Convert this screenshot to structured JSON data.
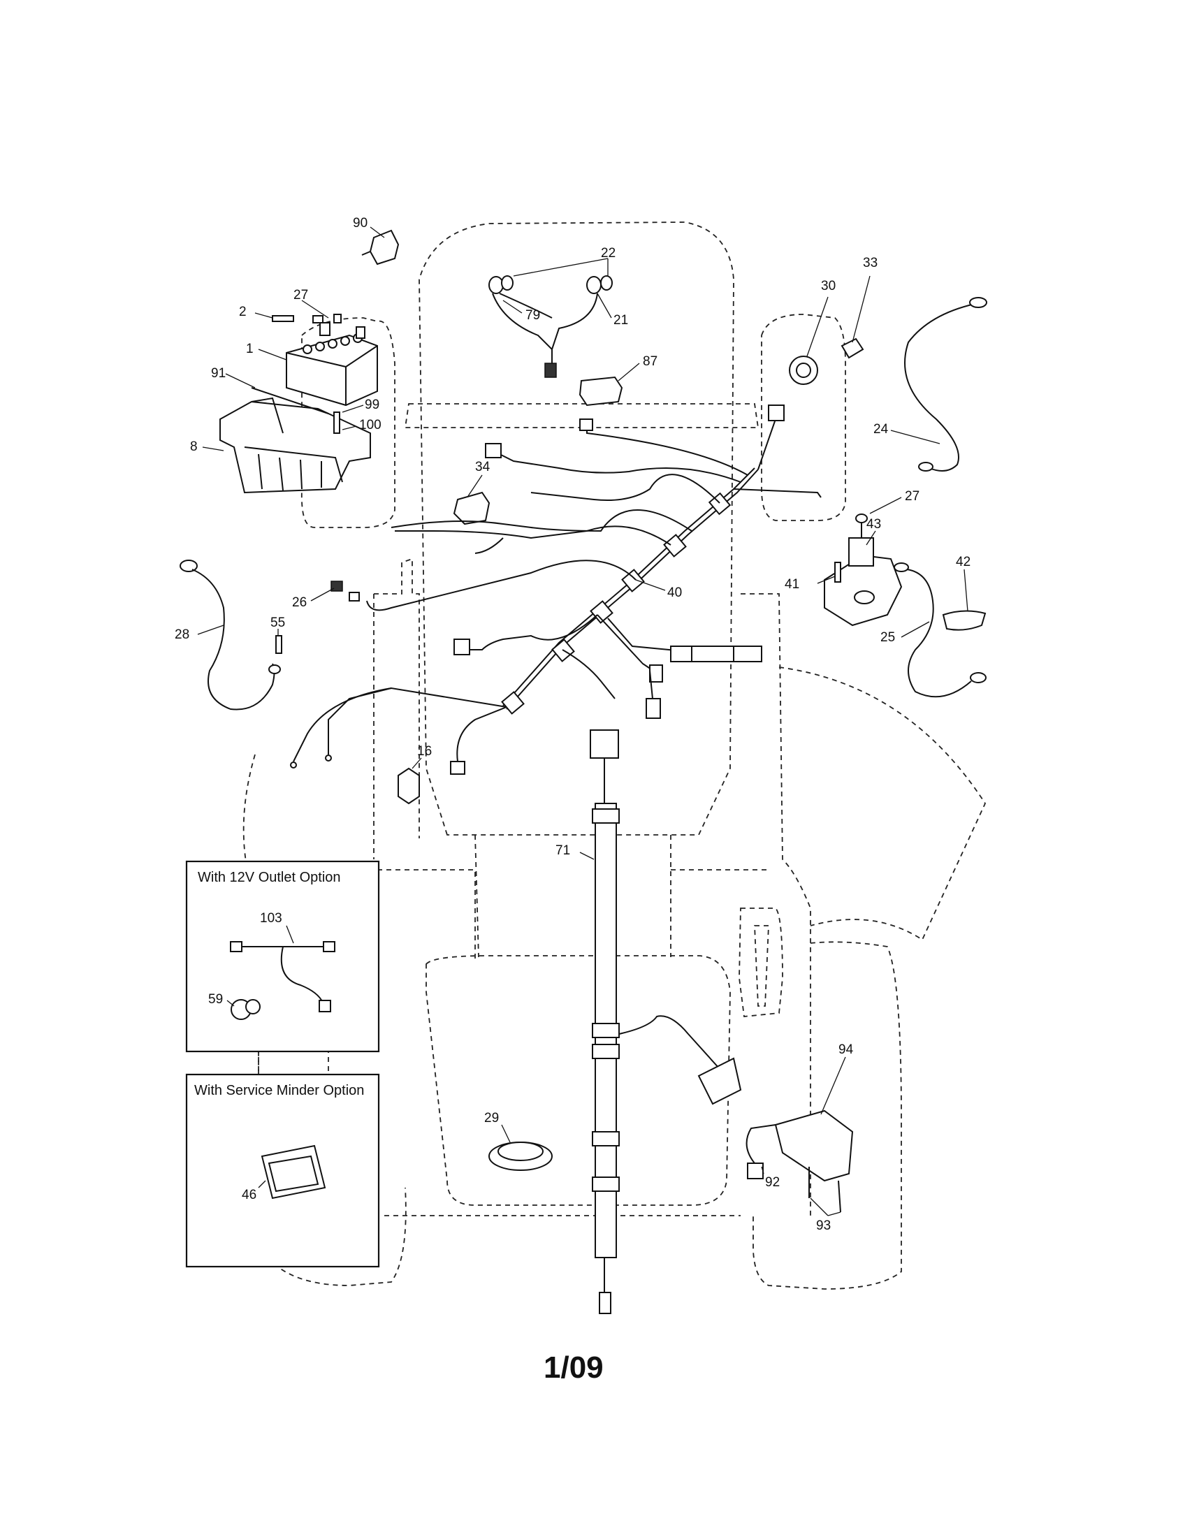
{
  "callouts": [
    "90",
    "22",
    "33",
    "30",
    "2",
    "27",
    "79",
    "21",
    "1",
    "87",
    "91",
    "99",
    "100",
    "8",
    "24",
    "34",
    "27",
    "43",
    "42",
    "41",
    "28",
    "26",
    "40",
    "55",
    "25",
    "16",
    "71",
    "103",
    "59",
    "94",
    "29",
    "92",
    "93",
    "46"
  ],
  "options": {
    "outlet_title": "With 12V Outlet Option",
    "service_title": "With Service Minder Option"
  },
  "page_number": "1/09"
}
